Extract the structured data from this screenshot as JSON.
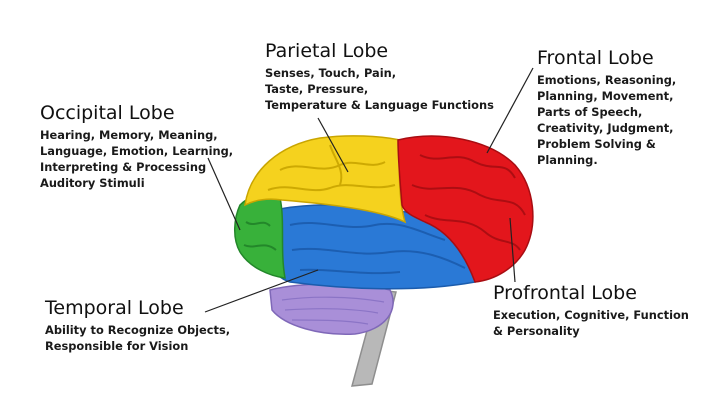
{
  "labels": {
    "parietal": {
      "title": "Parietal Lobe",
      "lines": [
        "Senses, Touch, Pain,",
        "Taste, Pressure,",
        "Temperature & Language Functions"
      ]
    },
    "frontal": {
      "title": "Frontal Lobe",
      "lines": [
        "Emotions, Reasoning,",
        "Planning, Movement,",
        "Parts of Speech,",
        "Creativity, Judgment,",
        "Problem Solving  &",
        "Planning."
      ]
    },
    "occipital": {
      "title": "Occipital Lobe",
      "lines": [
        "Hearing, Memory, Meaning,",
        "Language, Emotion, Learning,",
        "Interpreting & Processing",
        "Auditory Stimuli"
      ]
    },
    "temporal": {
      "title": "Temporal Lobe",
      "lines": [
        "Ability to Recognize Objects,",
        "Responsible for Vision"
      ]
    },
    "prefrontal": {
      "title": "Profrontal Lobe",
      "lines": [
        "Execution, Cognitive, Function",
        "& Personality"
      ]
    }
  },
  "colors": {
    "parietal": "#f5d21e",
    "frontal": "#e3161c",
    "occipital": "#38b13a",
    "temporal": "#2a79d6",
    "cerebellum": "#a98fd8",
    "brainstem": "#b8b8b8"
  }
}
